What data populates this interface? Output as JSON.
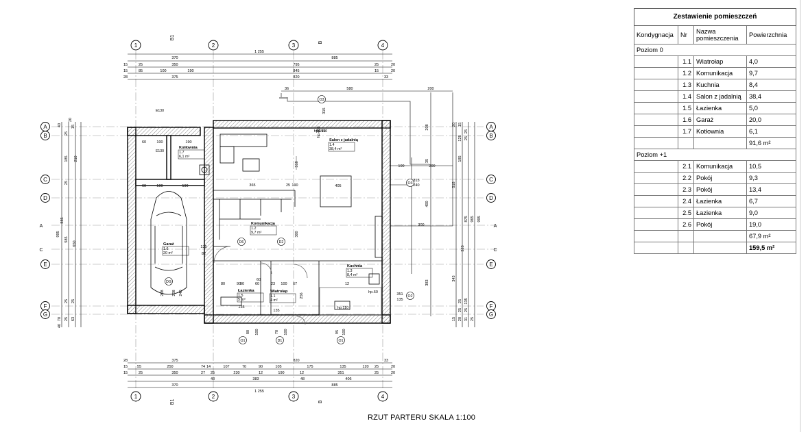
{
  "caption": "RZUT PARTERU SKALA 1:100",
  "table": {
    "title": "Zestawienie pomieszczeń",
    "headers": [
      "Kondygnacja",
      "Nr",
      "Nazwa pomieszczenia",
      "Powierzchnia"
    ],
    "levels": [
      {
        "name": "Poziom 0",
        "rows": [
          {
            "nr": "1.1",
            "name": "Wiatrołap",
            "area": "4,0"
          },
          {
            "nr": "1.2",
            "name": "Komunikacja",
            "area": "9,7"
          },
          {
            "nr": "1.3",
            "name": "Kuchnia",
            "area": "8,4"
          },
          {
            "nr": "1.4",
            "name": "Salon z jadalnią",
            "area": "38,4"
          },
          {
            "nr": "1.5",
            "name": "Łazienka",
            "area": "5,0"
          },
          {
            "nr": "1.6",
            "name": "Garaż",
            "area": "20,0"
          },
          {
            "nr": "1.7",
            "name": "Kotłownia",
            "area": "6,1"
          }
        ],
        "subtotal": "91,6 m²"
      },
      {
        "name": "Poziom +1",
        "rows": [
          {
            "nr": "2.1",
            "name": "Komunikacja",
            "area": "10,5"
          },
          {
            "nr": "2.2",
            "name": "Pokój",
            "area": "9,3"
          },
          {
            "nr": "2.3",
            "name": "Pokój",
            "area": "13,4"
          },
          {
            "nr": "2.4",
            "name": "Łazienka",
            "area": "6,7"
          },
          {
            "nr": "2.5",
            "name": "Łazienka",
            "area": "9,0"
          },
          {
            "nr": "2.6",
            "name": "Pokój",
            "area": "19,0"
          }
        ],
        "subtotal": "67,9 m²"
      }
    ],
    "total": "159,5 m²"
  },
  "axes": {
    "columns": [
      "1",
      "2",
      "3",
      "4"
    ],
    "rows": [
      "A",
      "B",
      "C",
      "D",
      "E",
      "F",
      "G"
    ],
    "section_marks": [
      "B1",
      "B",
      "A",
      "C"
    ]
  },
  "rooms": [
    {
      "name": "Kotłownia",
      "nr": "1.7",
      "area": "6,1 m²"
    },
    {
      "name": "Salon z jadalnią",
      "nr": "1.4",
      "area": "38,4 m²"
    },
    {
      "name": "Komunikacja",
      "nr": "1.2",
      "area": "9,7 m²"
    },
    {
      "name": "Garaż",
      "nr": "1.6",
      "area": "20 m²"
    },
    {
      "name": "Kuchnia",
      "nr": "1.3",
      "area": "8,4 m²"
    },
    {
      "name": "Łazienka",
      "nr": "1.5",
      "area": "5 m²"
    },
    {
      "name": "Wiatrołap",
      "nr": "1.1",
      "area": "4 m²"
    }
  ],
  "openings": {
    "doors": [
      "D1",
      "D2",
      "D6",
      "DG"
    ],
    "windows": [
      "O1",
      "O2",
      "O3"
    ],
    "e_labels": [
      "E130",
      "E130"
    ]
  },
  "dims": {
    "top": [
      "370",
      "1 255",
      "885",
      "15",
      "25",
      "350",
      "795",
      "25",
      "20",
      "15",
      "85",
      "100",
      "190",
      "845",
      "15",
      "20",
      "28",
      "375",
      "820",
      "33",
      "36",
      "580",
      "200"
    ],
    "bottom": [
      "28",
      "375",
      "820",
      "33",
      "15",
      "55",
      "250",
      "74",
      "14",
      "107",
      "70",
      "90",
      "105",
      "175",
      "135",
      "120",
      "25",
      "20",
      "15",
      "25",
      "350",
      "27",
      "25",
      "230",
      "12",
      "190",
      "12",
      "351",
      "25",
      "20",
      "48",
      "383",
      "48",
      "406",
      "370",
      "1 255",
      "885"
    ],
    "interior": [
      "60",
      "100",
      "190",
      "60",
      "100",
      "190",
      "365",
      "25",
      "405",
      "315",
      "240",
      "100",
      "200",
      "300",
      "318",
      "300",
      "90",
      "60",
      "80",
      "90",
      "60",
      "23",
      "100",
      "67",
      "12",
      "351",
      "135",
      "135",
      "82",
      "80",
      "100",
      "70",
      "100",
      "95",
      "100",
      "135",
      "135",
      "hp.110",
      "hp.110",
      "hp.60",
      "hp.195",
      "hp.165",
      "256",
      "240",
      "208",
      "208",
      "190",
      "25"
    ],
    "left": [
      "40",
      "20",
      "15",
      "25",
      "185",
      "210",
      "25",
      "585",
      "995",
      "650",
      "885",
      "25",
      "25",
      "70",
      "40",
      "25",
      "63"
    ],
    "right": [
      "20",
      "15",
      "25",
      "208",
      "128",
      "25",
      "185",
      "35",
      "315",
      "518",
      "400",
      "875",
      "965",
      "995",
      "323",
      "343",
      "383",
      "25",
      "135",
      "25",
      "25",
      "15",
      "20",
      "31",
      "25"
    ]
  }
}
